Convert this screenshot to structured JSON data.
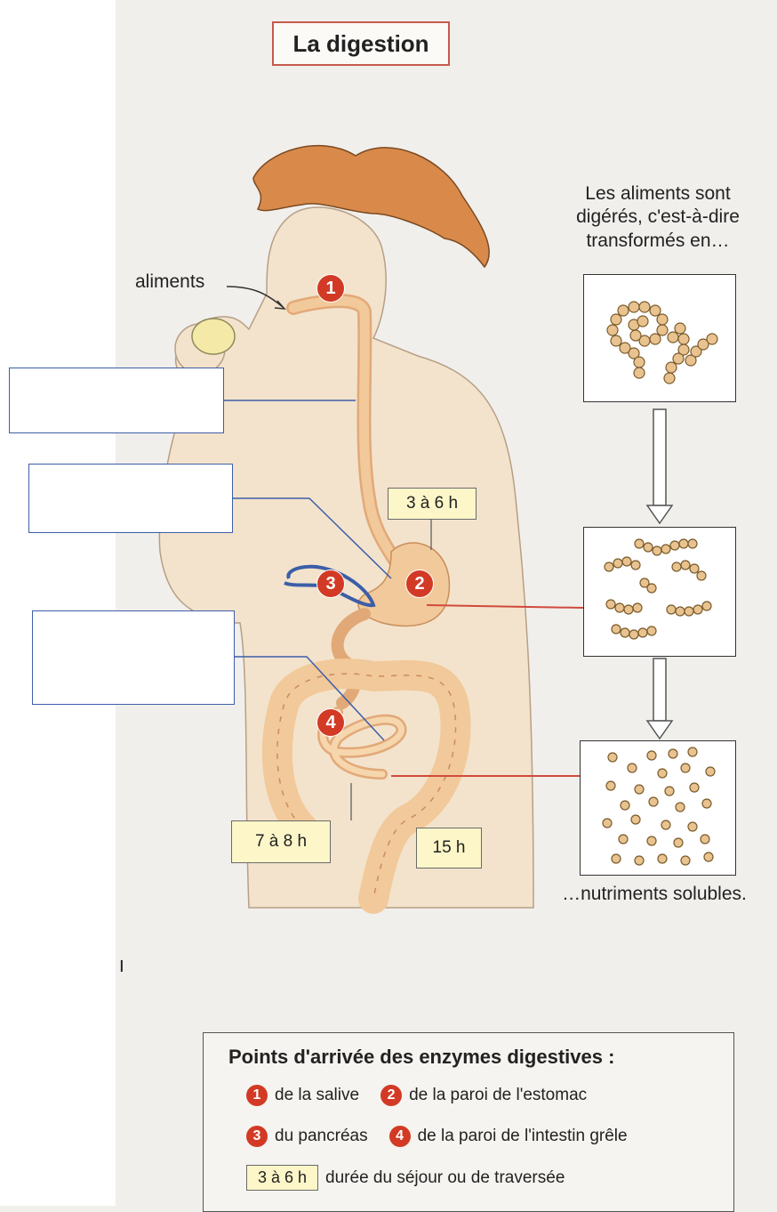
{
  "title": "La digestion",
  "labels": {
    "aliments": "aliments",
    "intro": [
      "Les aliments sont",
      "digérés, c'est-à-dire",
      "transformés en…"
    ],
    "outro": "…nutriments solubles."
  },
  "figure_badges": [
    "1",
    "2",
    "3",
    "4"
  ],
  "times": {
    "stomach": "3 à 6 h",
    "small_intestine": "7 à 8 h",
    "large_intestine": "15 h"
  },
  "legend": {
    "title": "Points d'arrivée des enzymes digestives :",
    "items": [
      {
        "num": "1",
        "text": "de la salive"
      },
      {
        "num": "2",
        "text": "de la paroi de l'estomac"
      },
      {
        "num": "3",
        "text": "du pancréas"
      },
      {
        "num": "4",
        "text": "de la paroi de l'intestin grêle"
      }
    ],
    "time_example": "3 à 6 h",
    "time_text": "durée du séjour ou de traversée"
  },
  "stray_glyph": "ו",
  "colors": {
    "skin": "#f3e3cc",
    "organ": "#f2c99a",
    "hair": "#d98a4a",
    "badge": "#d23a25",
    "answer_line": "#3c5ea8",
    "red_line": "#d04a3c"
  }
}
